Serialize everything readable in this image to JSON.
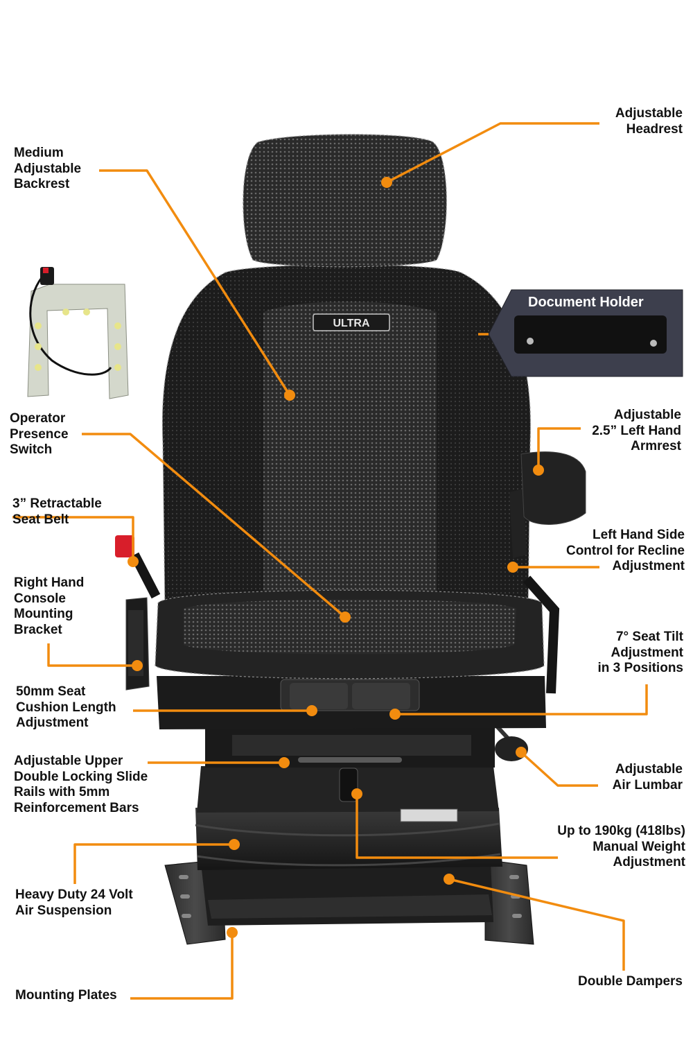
{
  "accent_color": "#f28c0f",
  "brand_logo_text": "ULTRA",
  "callouts": {
    "headrest": {
      "lines": [
        "Adjustable",
        "Headrest"
      ]
    },
    "backrest": {
      "lines": [
        "Medium",
        "Adjustable",
        "Backrest"
      ]
    },
    "document_holder": {
      "lines": [
        "Document Holder"
      ]
    },
    "operator_switch": {
      "lines": [
        "Operator",
        "Presence",
        "Switch"
      ]
    },
    "armrest": {
      "lines": [
        "Adjustable",
        "2.5” Left Hand",
        "Armrest"
      ]
    },
    "seat_belt": {
      "lines": [
        "3” Retractable",
        "Seat Belt"
      ]
    },
    "recline": {
      "lines": [
        "Left Hand Side",
        "Control for Recline",
        "Adjustment"
      ]
    },
    "console_bracket": {
      "lines": [
        "Right Hand",
        "Console",
        "Mounting",
        "Bracket"
      ]
    },
    "seat_tilt": {
      "lines": [
        "7° Seat Tilt",
        "Adjustment",
        "in 3 Positions"
      ]
    },
    "cushion_length": {
      "lines": [
        "50mm Seat",
        "Cushion Length",
        "Adjustment"
      ]
    },
    "slide_rails": {
      "lines": [
        "Adjustable Upper",
        "Double Locking Slide",
        "Rails with 5mm",
        "Reinforcement Bars"
      ]
    },
    "air_lumbar": {
      "lines": [
        "Adjustable",
        "Air Lumbar"
      ]
    },
    "weight_adjustment": {
      "lines": [
        "Up to 190kg (418lbs)",
        "Manual Weight",
        "Adjustment"
      ]
    },
    "air_suspension": {
      "lines": [
        "Heavy Duty 24 Volt",
        "Air Suspension"
      ]
    },
    "double_dampers": {
      "lines": [
        "Double Dampers"
      ]
    },
    "mounting_plates": {
      "lines": [
        "Mounting Plates"
      ]
    }
  }
}
